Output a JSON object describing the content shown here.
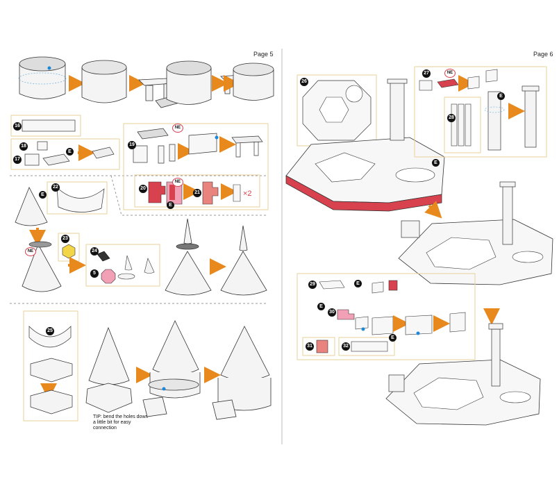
{
  "pages": {
    "left_label": "Page 5",
    "right_label": "Page 6"
  },
  "tip_text": "TIP: bend the holes down a little bit for easy connection",
  "marks": {
    "ne": "NE",
    "e": "E",
    "times_two": "×2"
  },
  "steps": {
    "s5": "5",
    "s16": "16",
    "s17": "17",
    "s18": "18",
    "s19": "19",
    "s20": "20",
    "s21": "21",
    "s22": "22",
    "s23": "23",
    "s24": "24",
    "s25": "25",
    "s26": "26",
    "s27": "27",
    "s28": "28",
    "s29": "29",
    "s30": "30",
    "s31": "31",
    "s32": "32"
  },
  "colors": {
    "arrow": "#E8891E",
    "frame": "#E8D29A",
    "badge": "#111111",
    "red_part": "#D8424E",
    "pink_part": "#F2A0B5",
    "salmon_part": "#E8837E",
    "yellow_part": "#F3D54A",
    "blue_dot": "#1E88D8",
    "outline": "#333333"
  }
}
